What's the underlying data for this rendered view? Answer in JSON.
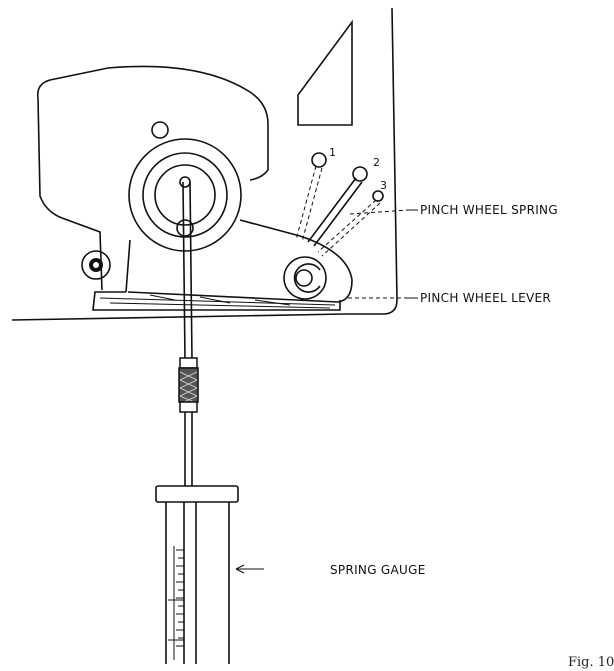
{
  "labels": {
    "pinch_wheel_spring": "PINCH WHEEL SPRING",
    "pinch_wheel_lever": "PINCH WHEEL LEVER",
    "spring_gauge": "SPRING GAUGE"
  },
  "hole_numbers": [
    "1",
    "2",
    "3"
  ],
  "caption": "Fig. 10"
}
